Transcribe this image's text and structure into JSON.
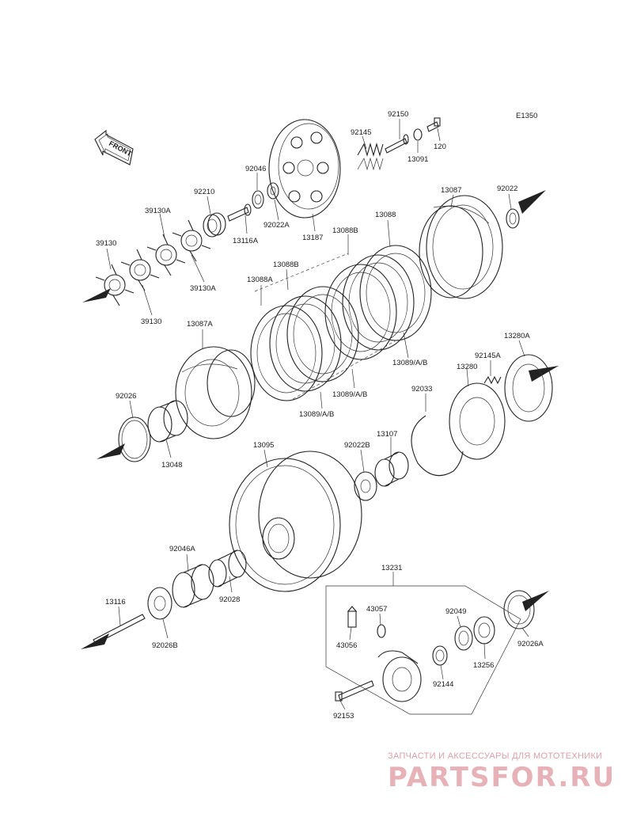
{
  "diagram": {
    "code": "E1350",
    "front_label": "FRONT",
    "parts": [
      {
        "id": "39130a",
        "label": "39130"
      },
      {
        "id": "39130b",
        "label": "39130"
      },
      {
        "id": "39130A_a",
        "label": "39130A"
      },
      {
        "id": "39130A_b",
        "label": "39130A"
      },
      {
        "id": "92210",
        "label": "92210"
      },
      {
        "id": "92046",
        "label": "92046"
      },
      {
        "id": "13116A",
        "label": "13116A"
      },
      {
        "id": "92022A",
        "label": "92022A"
      },
      {
        "id": "13187",
        "label": "13187"
      },
      {
        "id": "92145",
        "label": "92145"
      },
      {
        "id": "92150",
        "label": "92150"
      },
      {
        "id": "13091",
        "label": "13091"
      },
      {
        "id": "120",
        "label": "120"
      },
      {
        "id": "13087",
        "label": "13087"
      },
      {
        "id": "92022",
        "label": "92022"
      },
      {
        "id": "13088",
        "label": "13088"
      },
      {
        "id": "13088B_a",
        "label": "13088B"
      },
      {
        "id": "13088B_b",
        "label": "13088B"
      },
      {
        "id": "13088A",
        "label": "13088A"
      },
      {
        "id": "13087A",
        "label": "13087A"
      },
      {
        "id": "13089_a",
        "label": "13089/A/B"
      },
      {
        "id": "13089_b",
        "label": "13089/A/B"
      },
      {
        "id": "13089_c",
        "label": "13089/A/B"
      },
      {
        "id": "13280A",
        "label": "13280A"
      },
      {
        "id": "92145A",
        "label": "92145A"
      },
      {
        "id": "13280",
        "label": "13280"
      },
      {
        "id": "92026",
        "label": "92026"
      },
      {
        "id": "13048",
        "label": "13048"
      },
      {
        "id": "92033",
        "label": "92033"
      },
      {
        "id": "13095",
        "label": "13095"
      },
      {
        "id": "92022B",
        "label": "92022B"
      },
      {
        "id": "13107",
        "label": "13107"
      },
      {
        "id": "92046A",
        "label": "92046A"
      },
      {
        "id": "92028",
        "label": "92028"
      },
      {
        "id": "13116",
        "label": "13116"
      },
      {
        "id": "92026B",
        "label": "92026B"
      },
      {
        "id": "13231",
        "label": "13231"
      },
      {
        "id": "43057",
        "label": "43057"
      },
      {
        "id": "43056",
        "label": "43056"
      },
      {
        "id": "92049",
        "label": "92049"
      },
      {
        "id": "13256",
        "label": "13256"
      },
      {
        "id": "92144",
        "label": "92144"
      },
      {
        "id": "92153",
        "label": "92153"
      },
      {
        "id": "92026A",
        "label": "92026A"
      }
    ]
  },
  "watermark": {
    "tagline": "ЗАПЧАСТИ И АКСЕССУАРЫ ДЛЯ МОТОТЕХНИКИ",
    "logo": "PARTSFOR.RU"
  }
}
